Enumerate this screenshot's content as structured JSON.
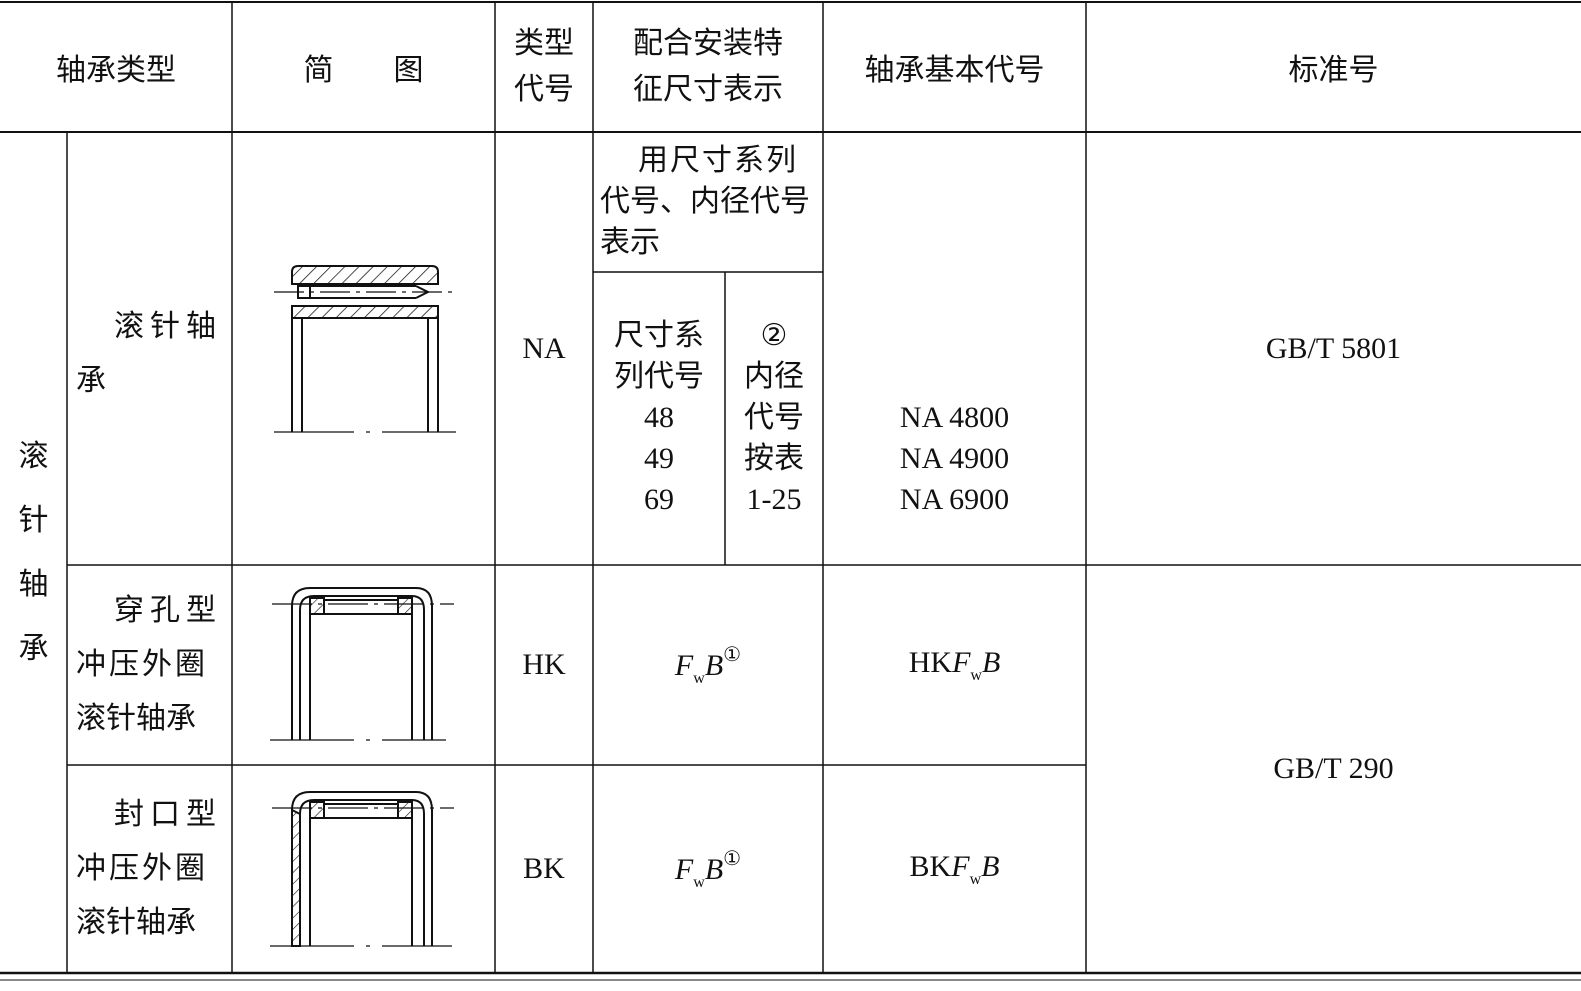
{
  "header": {
    "bearing_type": "轴承类型",
    "sketch": "简　　图",
    "type_code_l1": "类型",
    "type_code_l2": "代号",
    "fit_dims_l1": "配合安装特",
    "fit_dims_l2": "征尺寸表示",
    "basic_code": "轴承基本代号",
    "standard": "标准号"
  },
  "group": {
    "label_chars": [
      "滚",
      "针",
      "轴",
      "承"
    ]
  },
  "rows": [
    {
      "name_l1": "滚针轴",
      "name_l2": "承",
      "type_code": "NA",
      "fit_top_l1": "用尺寸系列",
      "fit_top_l2": "代号、内径代号",
      "fit_top_l3": "表示",
      "fit_left_l1": "尺寸系",
      "fit_left_l2": "列代号",
      "series": [
        "48",
        "49",
        "69"
      ],
      "fit_right": [
        "②",
        "内径",
        "代号",
        "按表",
        "1-25"
      ],
      "basic_codes": [
        "NA 4800",
        "NA 4900",
        "NA 6900"
      ],
      "standard": "GB/T 5801"
    },
    {
      "name_l1": "穿孔型",
      "name_l2": "冲压外圈",
      "name_l3": "滚针轴承",
      "type_code": "HK",
      "fit_F": "F",
      "fit_w": "w",
      "fit_B": "B",
      "fit_note": "①",
      "basic_prefix": "HK",
      "basic_F": "F",
      "basic_w": "w",
      "basic_B": "B"
    },
    {
      "name_l1": "封口型",
      "name_l2": "冲压外圈",
      "name_l3": "滚针轴承",
      "type_code": "BK",
      "fit_F": "F",
      "fit_w": "w",
      "fit_B": "B",
      "fit_note": "①",
      "basic_prefix": "BK",
      "basic_F": "F",
      "basic_w": "w",
      "basic_B": "B",
      "standard": "GB/T 290"
    }
  ]
}
